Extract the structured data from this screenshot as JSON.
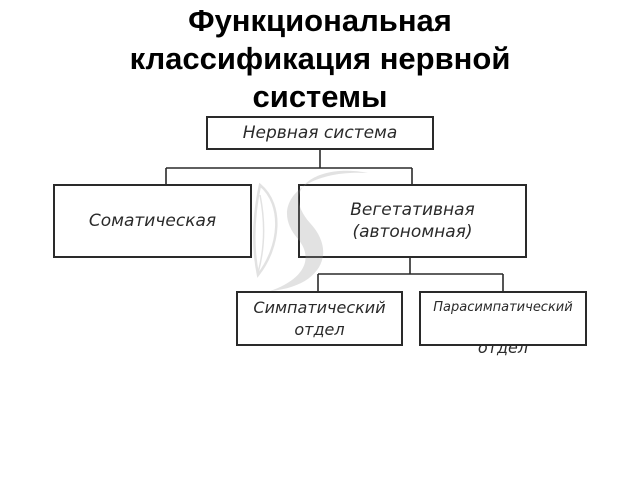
{
  "slide": {
    "title": "Функциональная\nклассификация нервной\nсистемы"
  },
  "diagram": {
    "root": "Нервная система",
    "somatic": "Соматическая",
    "vegetative": "Вегетативная\n(автономная)",
    "sympathetic": "Симпатический\nотдел",
    "parasympathetic_line1": "Парасимпатический",
    "parasympathetic_line2": "отдел"
  },
  "colors": {
    "border": "#2a2a2a",
    "watermark": "#9a9a9a"
  },
  "icons": {
    "watermark": "leaf-s-watermark-icon"
  }
}
